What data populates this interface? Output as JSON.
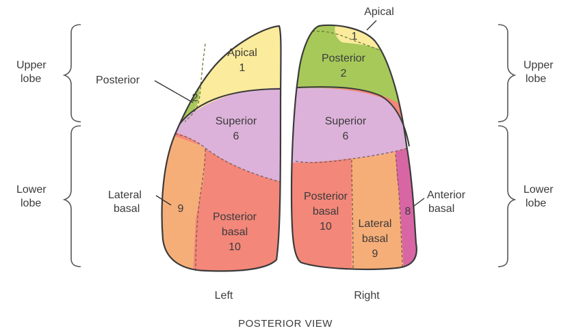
{
  "figure": {
    "title": "POSTERIOR VIEW",
    "colors": {
      "apical": "#fbeb9c",
      "posterior_green": "#a7c95a",
      "superior": "#dcb2da",
      "posterior_basal": "#f3877a",
      "lateral_basal": "#f6ae78",
      "anterior_basal": "#d966a4",
      "outline": "#3a3a3a"
    }
  },
  "left_lung": {
    "caption": "Left",
    "side_labels": {
      "upper_line1": "Upper",
      "upper_line2": "lobe",
      "lower_line1": "Lower",
      "lower_line2": "lobe"
    },
    "segments": {
      "apical": {
        "name": "Apical",
        "number": "1"
      },
      "posterior": {
        "name": "Posterior",
        "number": "2"
      },
      "superior": {
        "name": "Superior",
        "number": "6"
      },
      "lateral_basal": {
        "name_line1": "Lateral",
        "name_line2": "basal",
        "number": "9"
      },
      "posterior_basal": {
        "name_line1": "Posterior",
        "name_line2": "basal",
        "number": "10"
      }
    }
  },
  "right_lung": {
    "caption": "Right",
    "side_labels": {
      "upper_line1": "Upper",
      "upper_line2": "lobe",
      "lower_line1": "Lower",
      "lower_line2": "lobe"
    },
    "segments": {
      "apical": {
        "name": "Apical",
        "number": "1"
      },
      "posterior": {
        "name": "Posterior",
        "number": "2"
      },
      "superior": {
        "name": "Superior",
        "number": "6"
      },
      "posterior_basal": {
        "name_line1": "Posterior",
        "name_line2": "basal",
        "number": "10"
      },
      "lateral_basal": {
        "name_line1": "Lateral",
        "name_line2": "basal",
        "number": "9"
      },
      "anterior_basal": {
        "name_line1": "Anterior",
        "name_line2": "basal",
        "number": "8"
      }
    }
  }
}
